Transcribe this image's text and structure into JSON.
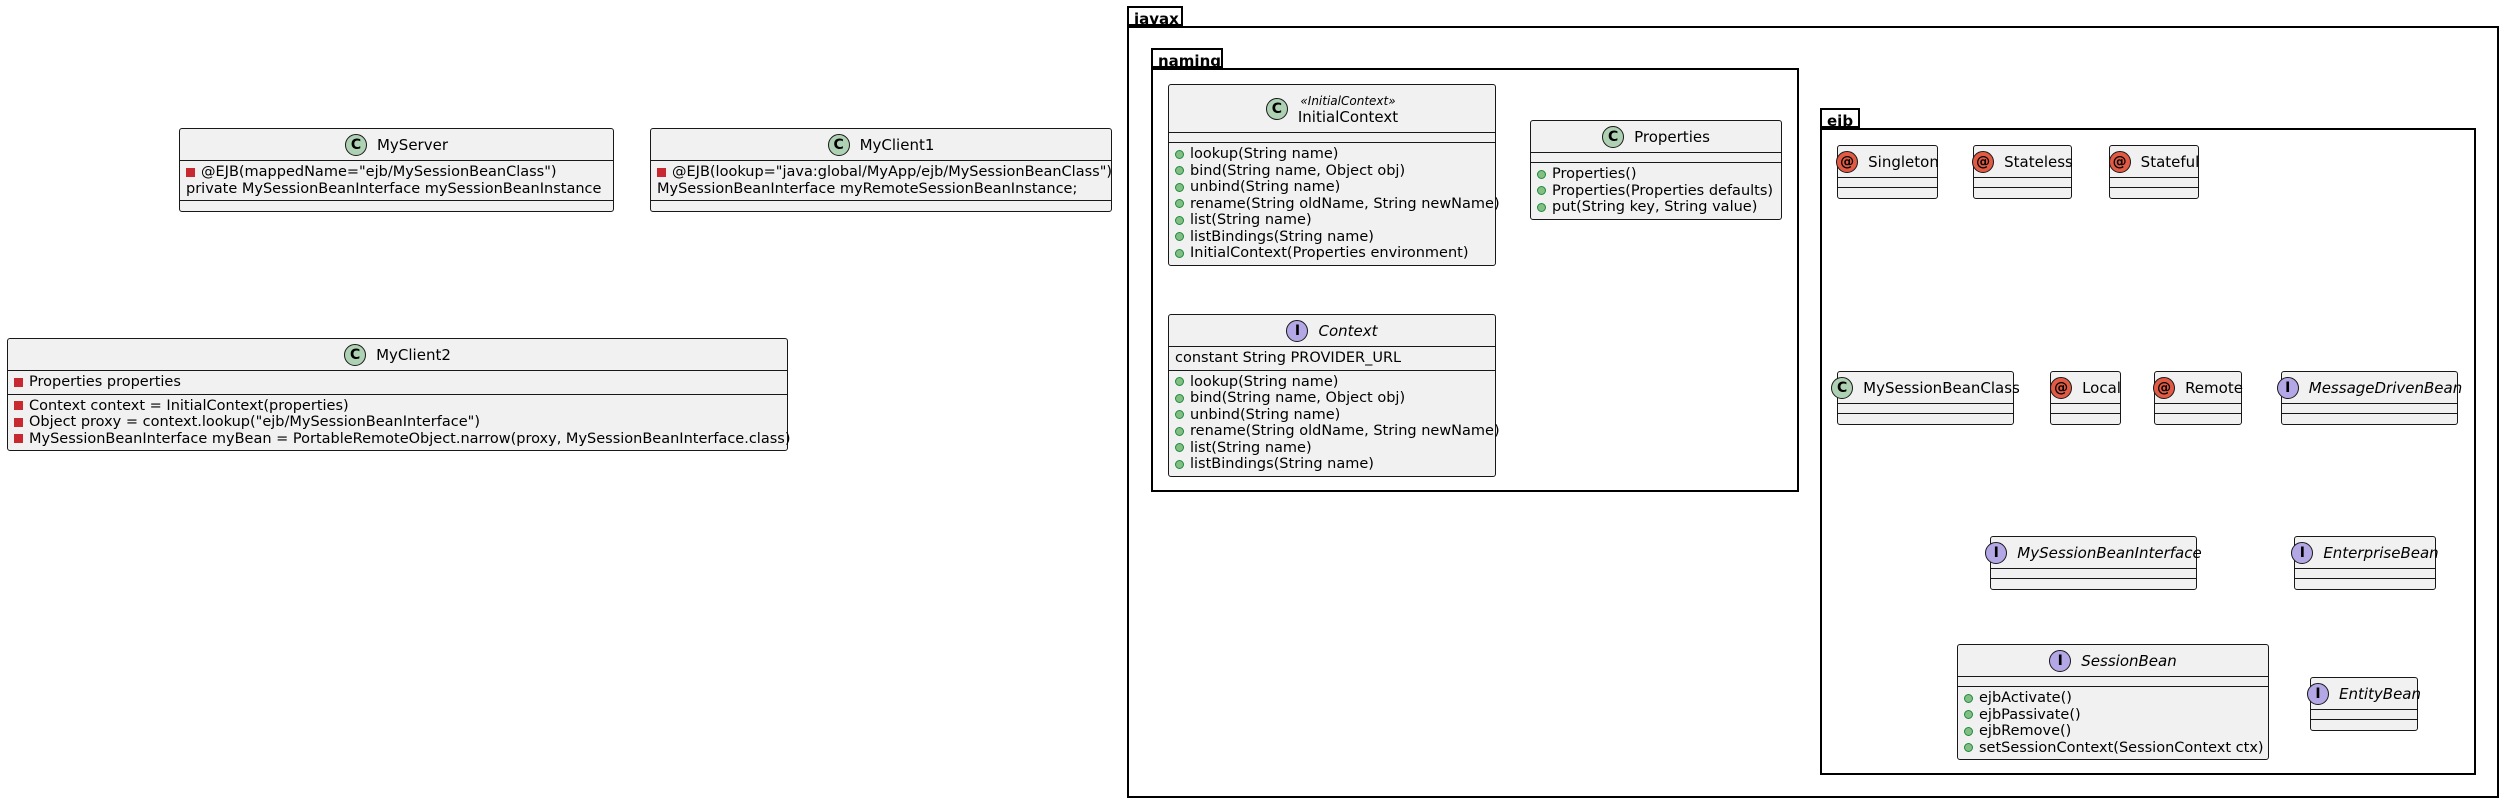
{
  "packages": {
    "javax": "javax",
    "naming": "naming",
    "ejb": "ejb"
  },
  "colors": {
    "class_badge": "#add1b2",
    "interface_badge": "#b4a7e5",
    "annotation_badge": "#e05a44",
    "box_fill": "#f1f1f1",
    "public_marker": "#84be84",
    "private_marker": "#c82930"
  },
  "classes": {
    "MyServer": {
      "badge": "C",
      "name": "MyServer",
      "fields": [
        {
          "vis": "private",
          "text": "@EJB(mappedName=\"ejb/MySessionBeanClass\")"
        },
        {
          "vis": "none",
          "text": "private MySessionBeanInterface mySessionBeanInstance"
        }
      ]
    },
    "MyClient1": {
      "badge": "C",
      "name": "MyClient1",
      "fields": [
        {
          "vis": "private",
          "text": "@EJB(lookup=\"java:global/MyApp/ejb/MySessionBeanClass\")"
        },
        {
          "vis": "none",
          "text": "MySessionBeanInterface myRemoteSessionBeanInstance;"
        }
      ]
    },
    "MyClient2": {
      "badge": "C",
      "name": "MyClient2",
      "fields": [
        {
          "vis": "private",
          "text": "Properties properties"
        }
      ],
      "methods": [
        {
          "vis": "private",
          "text": "Context context = InitialContext(properties)"
        },
        {
          "vis": "private",
          "text": "Object proxy = context.lookup(\"ejb/MySessionBeanInterface\")"
        },
        {
          "vis": "private",
          "text": "MySessionBeanInterface myBean = PortableRemoteObject.narrow(proxy, MySessionBeanInterface.class)"
        }
      ]
    },
    "InitialContext": {
      "badge": "C",
      "name": "InitialContext",
      "stereotype": "«InitialContext»",
      "methods": [
        {
          "vis": "public",
          "text": "lookup(String name)"
        },
        {
          "vis": "public",
          "text": "bind(String name, Object obj)"
        },
        {
          "vis": "public",
          "text": "unbind(String name)"
        },
        {
          "vis": "public",
          "text": "rename(String oldName, String newName)"
        },
        {
          "vis": "public",
          "text": "list(String name)"
        },
        {
          "vis": "public",
          "text": "listBindings(String name)"
        },
        {
          "vis": "public",
          "text": "InitialContext(Properties environment)"
        }
      ]
    },
    "Context": {
      "badge": "I",
      "name": "Context",
      "fields": [
        {
          "vis": "none",
          "text": "constant String PROVIDER_URL"
        }
      ],
      "methods": [
        {
          "vis": "public",
          "text": "lookup(String name)"
        },
        {
          "vis": "public",
          "text": "bind(String name, Object obj)"
        },
        {
          "vis": "public",
          "text": "unbind(String name)"
        },
        {
          "vis": "public",
          "text": "rename(String oldName, String newName)"
        },
        {
          "vis": "public",
          "text": "list(String name)"
        },
        {
          "vis": "public",
          "text": "listBindings(String name)"
        }
      ]
    },
    "Properties": {
      "badge": "C",
      "name": "Properties",
      "methods": [
        {
          "vis": "public",
          "text": "Properties()"
        },
        {
          "vis": "public",
          "text": "Properties(Properties defaults)"
        },
        {
          "vis": "public",
          "text": "put(String key, String value)"
        }
      ]
    },
    "Singleton": {
      "badge": "@",
      "name": "Singleton"
    },
    "Stateless": {
      "badge": "@",
      "name": "Stateless"
    },
    "Stateful": {
      "badge": "@",
      "name": "Stateful"
    },
    "MySessionBeanClass": {
      "badge": "C",
      "name": "MySessionBeanClass"
    },
    "Local": {
      "badge": "@",
      "name": "Local"
    },
    "Remote": {
      "badge": "@",
      "name": "Remote"
    },
    "MessageDrivenBean": {
      "badge": "I",
      "name": "MessageDrivenBean"
    },
    "MySessionBeanInterface": {
      "badge": "I",
      "name": "MySessionBeanInterface"
    },
    "EnterpriseBean": {
      "badge": "I",
      "name": "EnterpriseBean"
    },
    "SessionBean": {
      "badge": "I",
      "name": "SessionBean",
      "methods": [
        {
          "vis": "public",
          "text": "ejbActivate()"
        },
        {
          "vis": "public",
          "text": "ejbPassivate()"
        },
        {
          "vis": "public",
          "text": "ejbRemove()"
        },
        {
          "vis": "public",
          "text": "setSessionContext(SessionContext ctx)"
        }
      ]
    },
    "EntityBean": {
      "badge": "I",
      "name": "EntityBean"
    }
  },
  "relations": [
    {
      "from": "InitialContext",
      "to": "Context",
      "kind": "extends"
    },
    {
      "from": "Singleton",
      "to": "MySessionBeanClass",
      "kind": "association"
    },
    {
      "from": "Stateless",
      "to": "MySessionBeanClass",
      "kind": "association"
    },
    {
      "from": "Stateful",
      "to": "MySessionBeanClass",
      "kind": "association"
    },
    {
      "from": "MySessionBeanClass",
      "to": "MySessionBeanInterface",
      "kind": "extends"
    },
    {
      "from": "Local",
      "to": "MySessionBeanInterface",
      "kind": "association"
    },
    {
      "from": "Remote",
      "to": "MySessionBeanInterface",
      "kind": "association"
    },
    {
      "from": "MessageDrivenBean",
      "to": "EnterpriseBean",
      "kind": "extends"
    },
    {
      "from": "MySessionBeanInterface",
      "to": "SessionBean",
      "kind": "extends"
    },
    {
      "from": "SessionBean",
      "to": "EnterpriseBean",
      "kind": "implements"
    },
    {
      "from": "EntityBean",
      "to": "EnterpriseBean",
      "kind": "implements"
    }
  ]
}
